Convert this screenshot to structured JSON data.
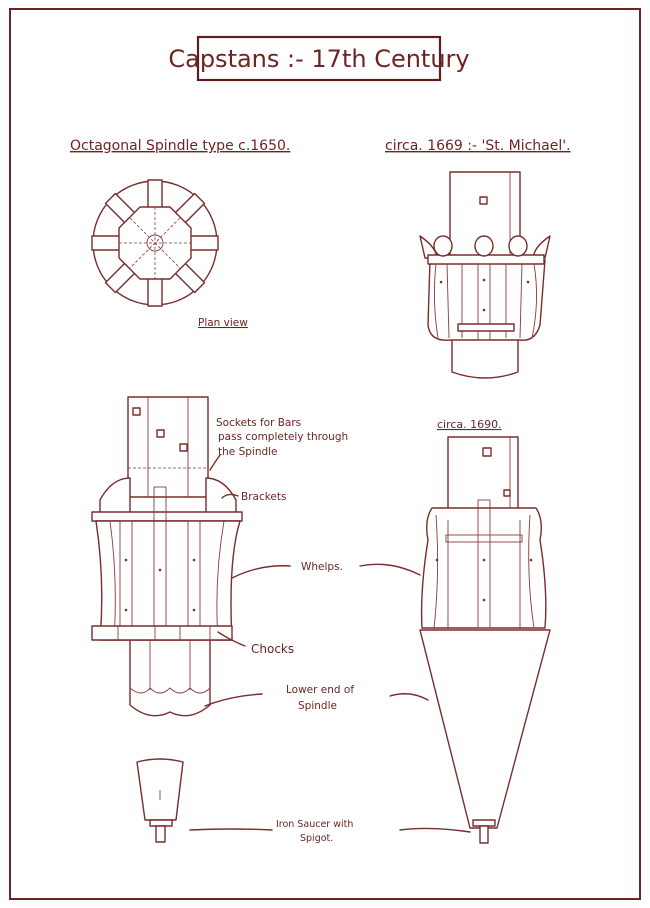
{
  "title": "Capstans :- 17th Century",
  "headings": {
    "left": "Octagonal Spindle type c.1650.",
    "right_top": "circa. 1669 :- 'St. Michael'.",
    "right_bottom": "circa. 1690."
  },
  "labels": {
    "plan_view": "Plan view",
    "sockets": [
      "Sockets for Bars",
      "pass completely through",
      "the Spindle"
    ],
    "brackets": "Brackets",
    "whelps": "Whelps.",
    "chocks": "Chocks",
    "lower_end": [
      "Lower end of",
      "Spindle"
    ],
    "iron_saucer": [
      "Iron Saucer with",
      "Spigot."
    ]
  },
  "colors": {
    "ink": "#7a2c2c",
    "border": "#6e2424"
  }
}
